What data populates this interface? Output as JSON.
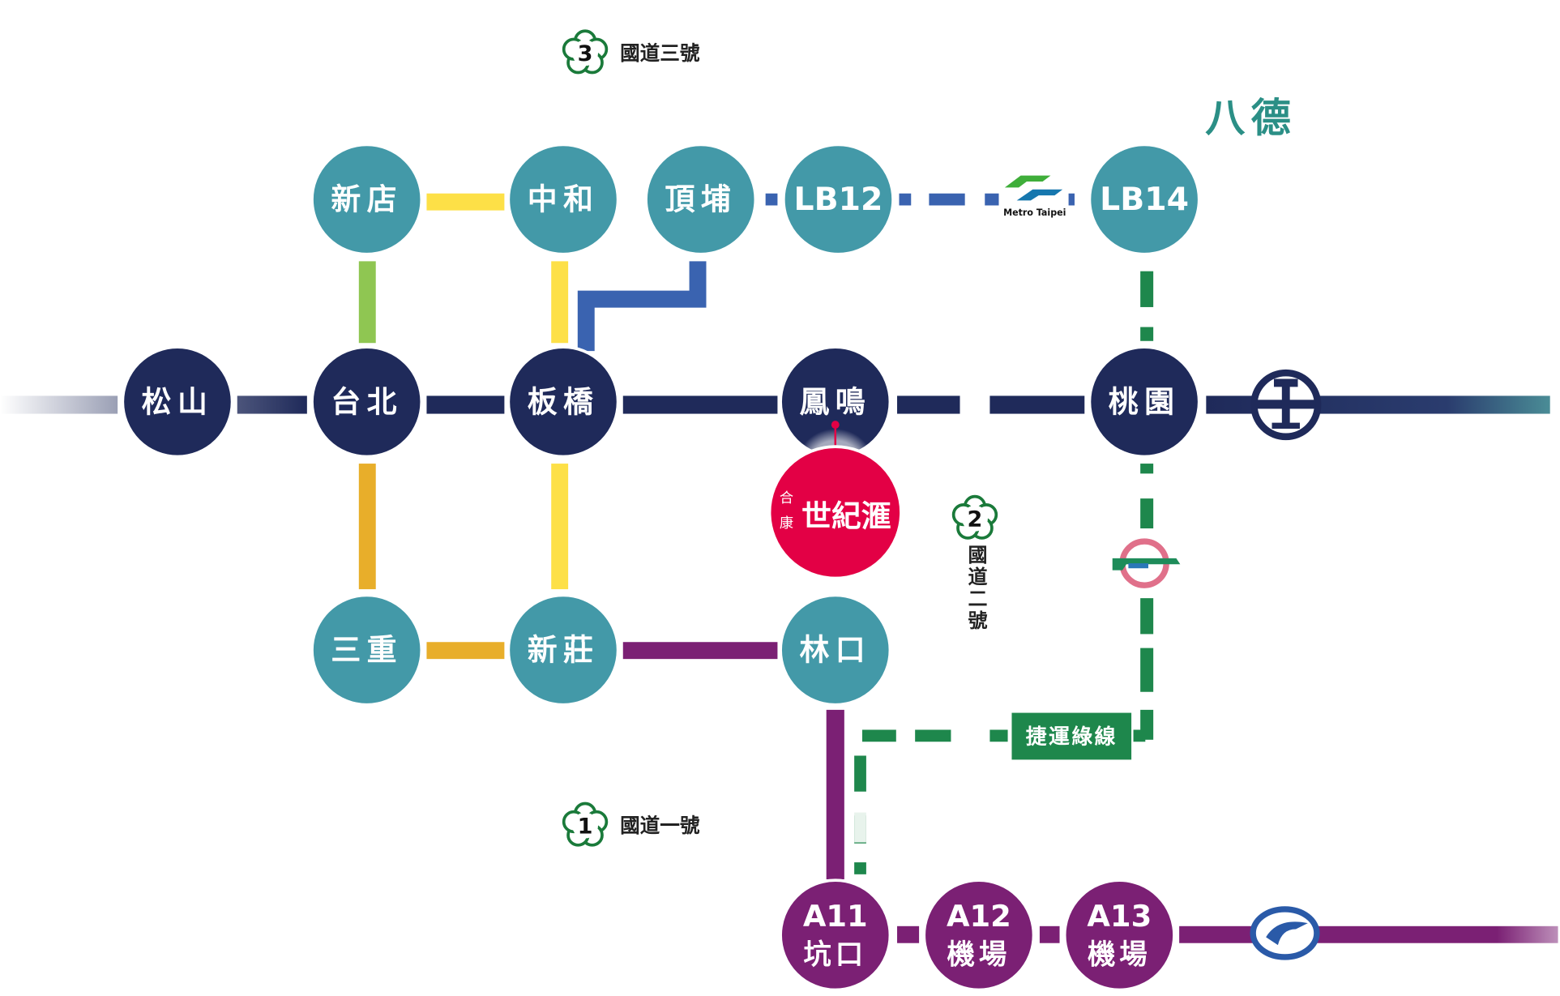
{
  "colors": {
    "navy": "#1f2a5a",
    "teal": "#4399a8",
    "purple": "#7b2074",
    "red": "#e30045",
    "green": "#1e874c",
    "blue": "#3a63b0",
    "yellow": "#fde047",
    "lightgreen": "#8fc652",
    "orange": "#e8ae2a",
    "highway_green": "#1a7a3a"
  },
  "district_label": "八德",
  "stations": [
    {
      "id": "xindian",
      "label": "新店",
      "color": "teal"
    },
    {
      "id": "zhonghe",
      "label": "中和",
      "color": "teal"
    },
    {
      "id": "dingpu",
      "label": "頂埔",
      "color": "teal"
    },
    {
      "id": "lb12",
      "label": "LB12",
      "color": "teal"
    },
    {
      "id": "lb14",
      "label": "LB14",
      "color": "teal"
    },
    {
      "id": "songshan",
      "label": "松山",
      "color": "navy"
    },
    {
      "id": "taipei",
      "label": "台北",
      "color": "navy"
    },
    {
      "id": "banqiao",
      "label": "板橋",
      "color": "navy"
    },
    {
      "id": "fengming",
      "label": "鳳鳴",
      "color": "navy"
    },
    {
      "id": "taoyuan",
      "label": "桃園",
      "color": "navy"
    },
    {
      "id": "sanchong",
      "label": "三重",
      "color": "teal"
    },
    {
      "id": "xinzhuang",
      "label": "新莊",
      "color": "teal"
    },
    {
      "id": "linkou",
      "label": "林口",
      "color": "teal"
    },
    {
      "id": "a11",
      "label": "A11",
      "sublabel": "坑口",
      "color": "purple"
    },
    {
      "id": "a12",
      "label": "A12",
      "sublabel": "機場",
      "color": "purple"
    },
    {
      "id": "a13",
      "label": "A13",
      "sublabel": "機場",
      "color": "purple"
    }
  ],
  "project": {
    "small": [
      "合",
      "康"
    ],
    "name": "世紀滙"
  },
  "highways": [
    {
      "number": "3",
      "label": "國道三號"
    },
    {
      "number": "2",
      "label": "國道二號"
    },
    {
      "number": "1",
      "label": "國道一號"
    }
  ],
  "airport_line_label": "捷運綠線",
  "metro_logo_text": "Metro Taipei",
  "icons": [
    "metro-taipei-logo",
    "tra-railway-logo",
    "thsr-logo",
    "taoyuan-metro-logo",
    "highway-shield"
  ]
}
